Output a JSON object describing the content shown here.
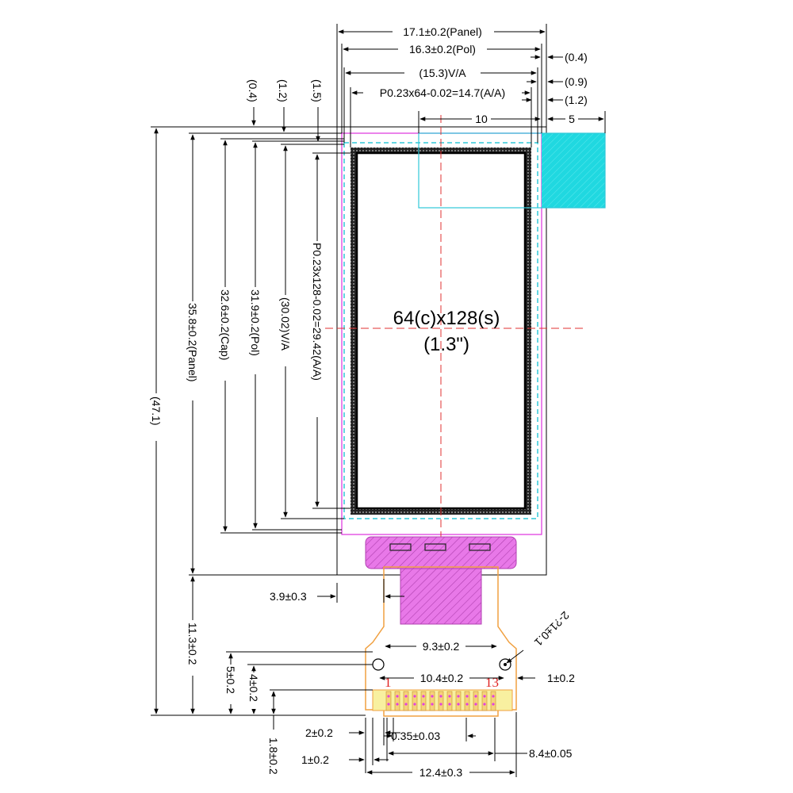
{
  "display": {
    "resolution": "64(c)x128(s)",
    "size": "(1.3\")"
  },
  "horizontal_dims": {
    "panel": "17.1±0.2(Panel)",
    "pol": "16.3±0.2(Pol)",
    "va": "(15.3)V/A",
    "aa": "P0.23x64-0.02=14.7(A/A)",
    "offset_04": "(0.4)",
    "offset_09": "(0.9)",
    "offset_12": "(1.2)",
    "ten": "10",
    "five": "5"
  },
  "top_offsets": {
    "a": "(0.4)",
    "b": "(1.2)",
    "c": "(1.5)"
  },
  "vertical_dims": {
    "total": "(47.1)",
    "panel": "35.8±0.2(Panel)",
    "cap": "32.6±0.2(Cap)",
    "pol": "31.9±0.2(Pol)",
    "va": "(30.02)V/A",
    "aa": "P0.23x128-0.02=29.42(A/A)"
  },
  "fpc_dims": {
    "tail_offset": "3.9±0.3",
    "tail_length": "11.3±0.2",
    "width_93": "9.3±0.2",
    "width_104": "10.4±0.2",
    "hole": "2-?1±0.1",
    "one_right": "1±0.2",
    "five": "5±0.2",
    "four": "4±0.2",
    "two": "2±0.2",
    "pitch": "0.35±0.03",
    "one_eight": "1.8±0.2",
    "eight_four": "8.4±0.05",
    "one_left": "1±0.2",
    "total_width": "12.4±0.3"
  },
  "pins": {
    "first": "1",
    "last": "13"
  },
  "colors": {
    "pol_outline": "#e040e0",
    "va_outline": "#30c8d8",
    "center_line": "#e03030",
    "fpc_fill": "#e070e0",
    "fpc_outline": "#f0a040",
    "cyan_block": "#20d8e0",
    "pin_label": "#e02020"
  }
}
